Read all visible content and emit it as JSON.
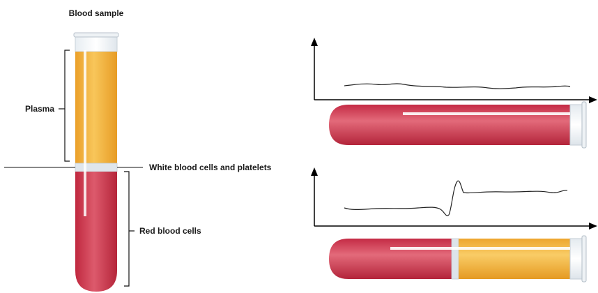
{
  "labels": {
    "title": "Blood sample",
    "plasma": "Plasma",
    "buffy_coat": "White blood cells and platelets",
    "red_cells": "Red blood cells"
  },
  "colors": {
    "plasma": "#f2b53c",
    "red_cells": "#cf3c55",
    "buffy_coat": "#d9e2ea",
    "axis": "#000000"
  }
}
